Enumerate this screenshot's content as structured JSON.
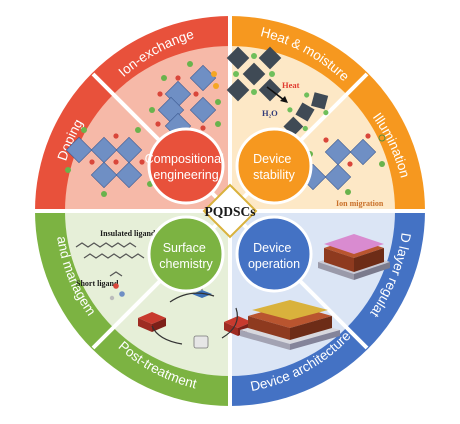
{
  "center": {
    "label": "PQDSCs"
  },
  "cores": {
    "compositional": [
      "Compositional",
      "engineering"
    ],
    "stability": [
      "Device",
      "stability"
    ],
    "surface": [
      "Surface",
      "chemistry"
    ],
    "operation": [
      "Device",
      "operation"
    ]
  },
  "ring": {
    "ion_exchange": "Ion-exchange",
    "doping": "Doping",
    "heat_moisture": "Heat & moisture",
    "illumination": "Illumination",
    "ligand_management": "Ligand management",
    "post_treatment": "Post-treatment",
    "pqd_layer": "PQD layer regulation",
    "device_architecture": "Device architecture"
  },
  "illustration_labels": {
    "heat": "Heat",
    "water": "H₂O",
    "ion_migration": "Ion migration",
    "insulated_ligand": "Insulated ligand",
    "short_ligand": "Short ligand"
  },
  "colors": {
    "red": "#e8513b",
    "red_light": "#f6b9a8",
    "orange": "#f6981f",
    "orange_light": "#fde8c6",
    "green": "#7cb342",
    "green_light": "#e6efd8",
    "blue": "#4472c4",
    "blue_light": "#dbe5f5"
  }
}
